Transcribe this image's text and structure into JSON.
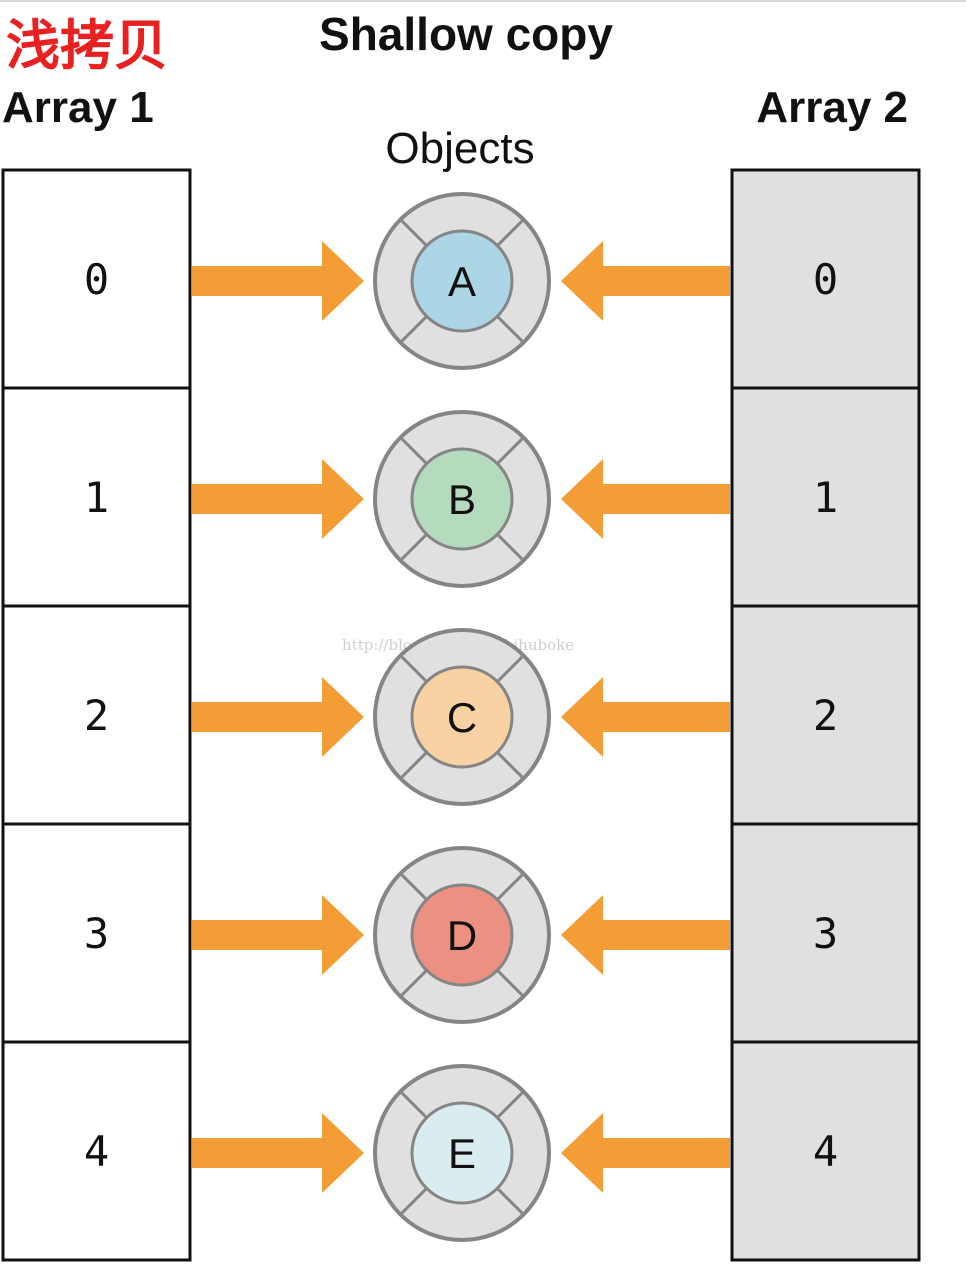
{
  "header": {
    "label": "浅拷贝",
    "title": "Shallow copy"
  },
  "array1": {
    "title": "Array 1",
    "indices": [
      "0",
      "1",
      "2",
      "3",
      "4"
    ]
  },
  "array2": {
    "title": "Array 2",
    "indices": [
      "0",
      "1",
      "2",
      "3",
      "4"
    ]
  },
  "objects": {
    "title": "Objects",
    "items": [
      {
        "label": "A",
        "color": "#acd5e5"
      },
      {
        "label": "B",
        "color": "#b4dbbe"
      },
      {
        "label": "C",
        "color": "#f9d2a4"
      },
      {
        "label": "D",
        "color": "#ec9181"
      },
      {
        "label": "E",
        "color": "#d9ecef"
      }
    ]
  },
  "watermark": "http://blog.csdn.net/shihuboke",
  "colors": {
    "arrow": "#f49d37",
    "array2_fill": "#e0e0e0",
    "ring_fill": "#e0e0e0",
    "ring_stroke": "#858585"
  }
}
